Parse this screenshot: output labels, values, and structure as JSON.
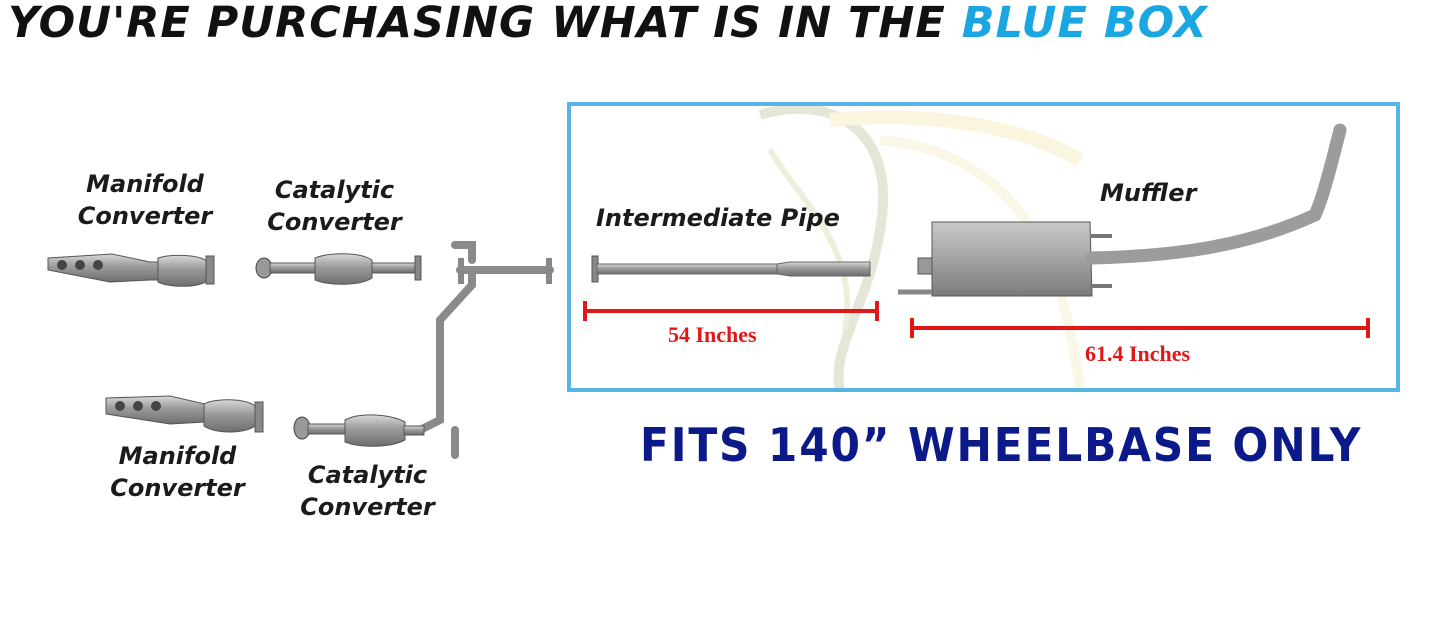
{
  "headline": {
    "prefix": "YOU'RE PURCHASING WHAT IS IN THE ",
    "highlight": "BLUE BOX"
  },
  "labels": {
    "manifold_top": [
      "Manifold",
      "Converter"
    ],
    "catalytic_top": [
      "Catalytic",
      "Converter"
    ],
    "manifold_bottom": [
      "Manifold",
      "Converter"
    ],
    "catalytic_bottom": [
      "Catalytic",
      "Converter"
    ],
    "intermediate_pipe": "Intermediate Pipe",
    "muffler": "Muffler"
  },
  "measurements": {
    "intermediate_pipe": "54 Inches",
    "muffler_assembly": "61.4 Inches"
  },
  "fitment_note": "FITS 140” WHEELBASE ONLY",
  "colors": {
    "box_border": "#55b6e6",
    "measure_line": "#e01818",
    "fitment": "#0b1a88",
    "highlight": "#1aa6e0"
  }
}
